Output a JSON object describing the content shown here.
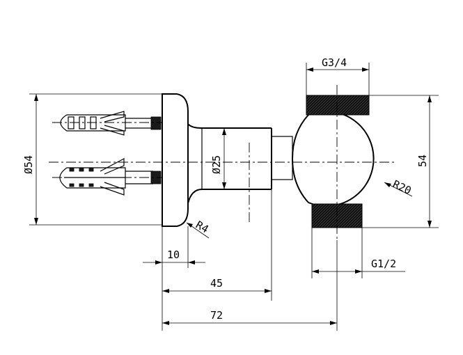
{
  "dimensions": {
    "thread_top": "G3/4",
    "thread_bottom": "G1/2",
    "flange_diameter": "Ø54",
    "body_diameter": "Ø25",
    "height_right": "54",
    "radius_ball": "R20",
    "radius_fillet": "R4",
    "flange_thickness": "10",
    "length_45": "45",
    "length_72": "72"
  }
}
